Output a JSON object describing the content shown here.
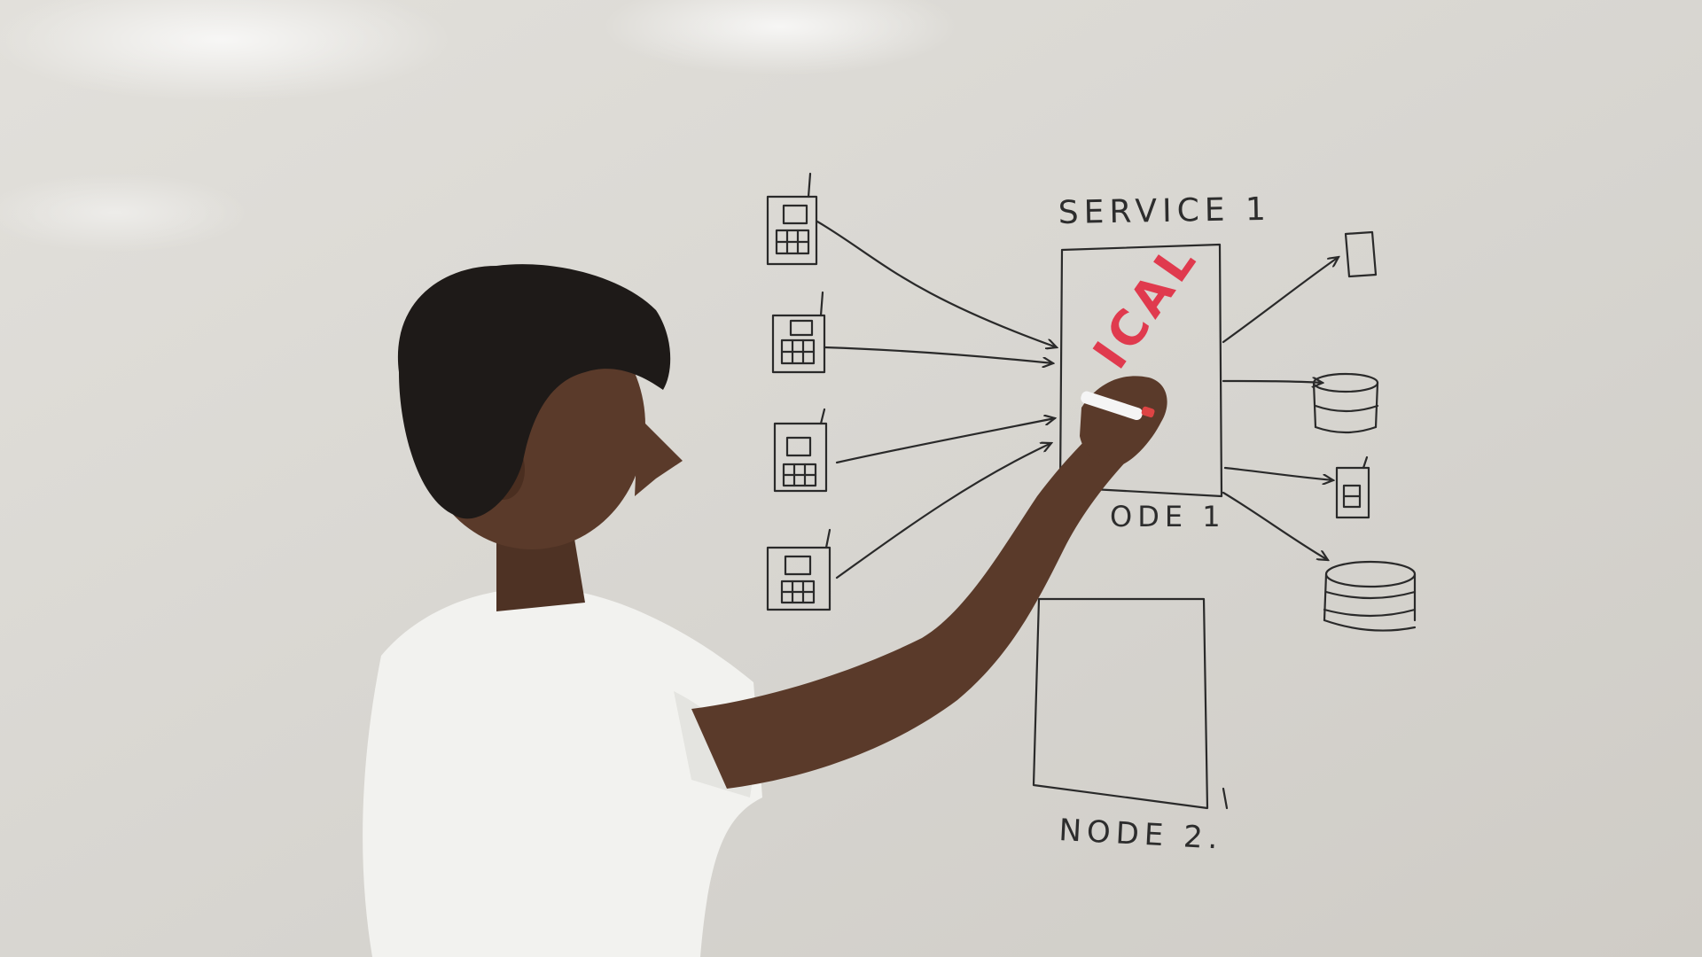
{
  "whiteboard": {
    "service_label": "SERVICE 1",
    "node1_label": "ODE 1",
    "node2_label": "NODE 2.",
    "overlay_text": "ICAL"
  },
  "colors": {
    "board": "#d9d7d2",
    "marker": "#2a2a2a",
    "red_marker": "#e03a4e",
    "shirt": "#f2f2ef",
    "skin": "#5a3a2a",
    "hair": "#1e1a18"
  },
  "icons": [
    "phone-icon",
    "database-icon",
    "device-icon"
  ]
}
